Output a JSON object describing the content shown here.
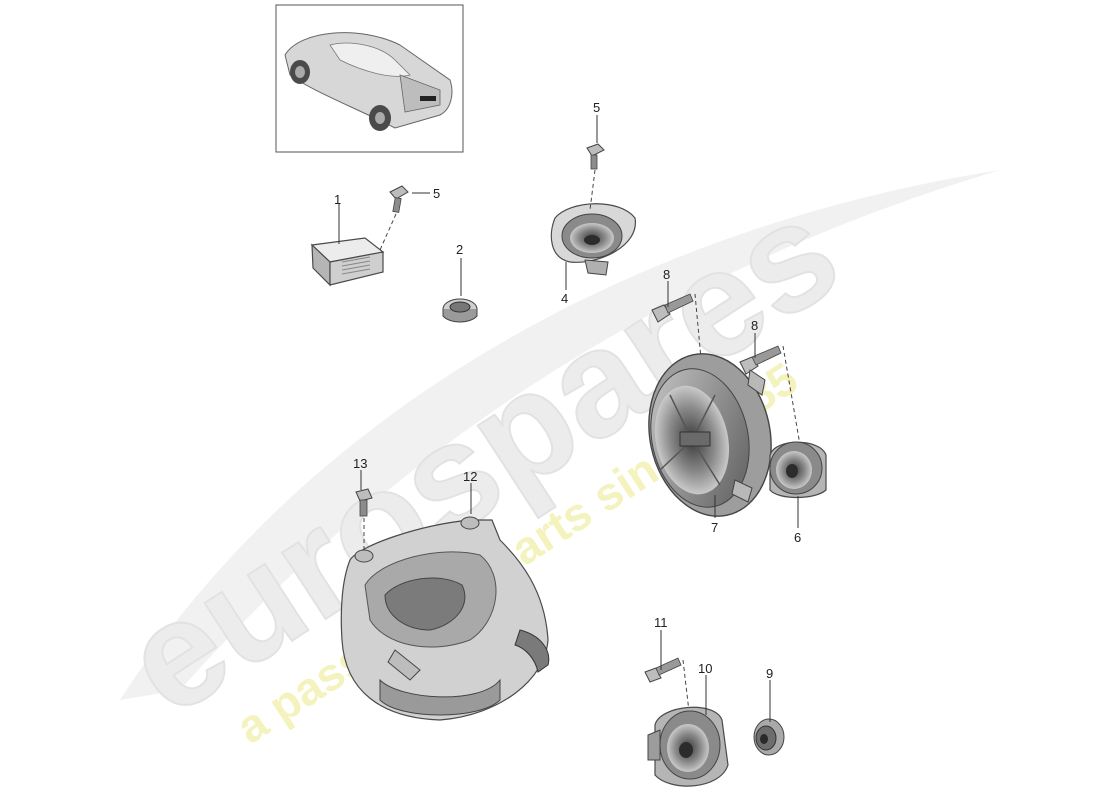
{
  "watermark": {
    "brand": "eurospares",
    "tagline": "a passion for parts since 1985"
  },
  "thumbnail": {
    "icon": "car-overview-icon"
  },
  "callouts": [
    {
      "id": "c1",
      "label": "1"
    },
    {
      "id": "c2",
      "label": "2"
    },
    {
      "id": "c4",
      "label": "4"
    },
    {
      "id": "c5a",
      "label": "5"
    },
    {
      "id": "c5b",
      "label": "5"
    },
    {
      "id": "c6",
      "label": "6"
    },
    {
      "id": "c7",
      "label": "7"
    },
    {
      "id": "c8a",
      "label": "8"
    },
    {
      "id": "c8b",
      "label": "8"
    },
    {
      "id": "c9",
      "label": "9"
    },
    {
      "id": "c10",
      "label": "10"
    },
    {
      "id": "c11",
      "label": "11"
    },
    {
      "id": "c12",
      "label": "12"
    },
    {
      "id": "c13",
      "label": "13"
    }
  ],
  "colors": {
    "watermark_gray": "#ececec",
    "watermark_yellow": "#f3f1b8",
    "part_light": "#d9d9d9",
    "part_mid": "#a8a8a8",
    "part_dark": "#5a5a5a"
  }
}
